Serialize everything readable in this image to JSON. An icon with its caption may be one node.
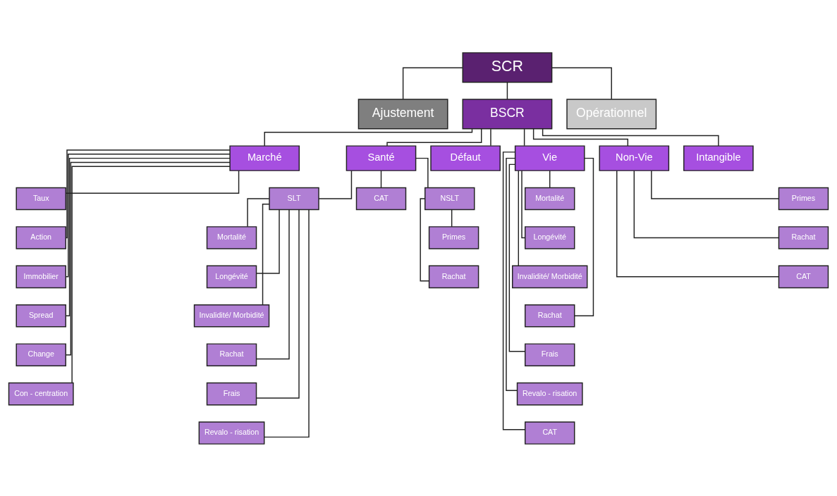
{
  "diagram": {
    "nodes": [
      {
        "text": [
          "SCR"
        ]
      },
      {
        "text": [
          "Ajustement"
        ]
      },
      {
        "text": [
          "BSCR"
        ]
      },
      {
        "text": [
          "Opérationnel"
        ]
      },
      {
        "text": [
          "Marché"
        ]
      },
      {
        "text": [
          "Santé"
        ]
      },
      {
        "text": [
          "Défaut"
        ]
      },
      {
        "text": [
          "Vie"
        ]
      },
      {
        "text": [
          "Non-Vie"
        ]
      },
      {
        "text": [
          "Intangible"
        ]
      },
      {
        "text": [
          "Taux"
        ]
      },
      {
        "text": [
          "Action"
        ]
      },
      {
        "text": [
          "Immobilier"
        ]
      },
      {
        "text": [
          "Spread"
        ]
      },
      {
        "text": [
          "Change"
        ]
      },
      {
        "text": [
          "Con - centration"
        ]
      },
      {
        "text": [
          "SLT"
        ]
      },
      {
        "text": [
          "CAT"
        ]
      },
      {
        "text": [
          "NSLT"
        ]
      },
      {
        "text": [
          "Mortalité"
        ]
      },
      {
        "text": [
          "Longévité"
        ]
      },
      {
        "text": [
          "Invalidité/ Morbidité"
        ]
      },
      {
        "text": [
          "Rachat"
        ]
      },
      {
        "text": [
          "Frais"
        ]
      },
      {
        "text": [
          "Revalo - risation"
        ]
      },
      {
        "text": [
          "Primes"
        ]
      },
      {
        "text": [
          "Rachat"
        ]
      },
      {
        "text": [
          "Mortalité"
        ]
      },
      {
        "text": [
          "Longévité"
        ]
      },
      {
        "text": [
          "Invalidité/ Morbidité"
        ]
      },
      {
        "text": [
          "Rachat"
        ]
      },
      {
        "text": [
          "Frais"
        ]
      },
      {
        "text": [
          "Revalo - risation"
        ]
      },
      {
        "text": [
          "CAT"
        ]
      },
      {
        "text": [
          "Primes"
        ]
      },
      {
        "text": [
          "Rachat"
        ]
      },
      {
        "text": [
          "CAT"
        ]
      }
    ],
    "edges": [
      {
        "from": 0,
        "to": 1,
        "arrow": "none"
      },
      {
        "from": 0,
        "to": 2,
        "arrow": "none"
      },
      {
        "from": 0,
        "to": 3,
        "arrow": "none"
      },
      {
        "from": 2,
        "to": 4,
        "arrow": "none"
      },
      {
        "from": 2,
        "to": 5,
        "arrow": "none"
      },
      {
        "from": 2,
        "to": 6,
        "arrow": "none"
      },
      {
        "from": 2,
        "to": 7,
        "arrow": "none"
      },
      {
        "from": 2,
        "to": 8,
        "arrow": "none"
      },
      {
        "from": 2,
        "to": 9,
        "arrow": "none"
      },
      {
        "from": 4,
        "to": 10,
        "arrow": "none"
      },
      {
        "from": 4,
        "to": 11,
        "arrow": "none"
      },
      {
        "from": 4,
        "to": 12,
        "arrow": "none"
      },
      {
        "from": 4,
        "to": 13,
        "arrow": "none"
      },
      {
        "from": 4,
        "to": 14,
        "arrow": "none"
      },
      {
        "from": 4,
        "to": 15,
        "arrow": "none"
      },
      {
        "from": 5,
        "to": 16,
        "arrow": "none"
      },
      {
        "from": 5,
        "to": 17,
        "arrow": "none"
      },
      {
        "from": 5,
        "to": 18,
        "arrow": "none"
      },
      {
        "from": 16,
        "to": 19,
        "arrow": "none"
      },
      {
        "from": 16,
        "to": 20,
        "arrow": "none"
      },
      {
        "from": 16,
        "to": 21,
        "arrow": "none"
      },
      {
        "from": 16,
        "to": 22,
        "arrow": "none"
      },
      {
        "from": 16,
        "to": 23,
        "arrow": "none"
      },
      {
        "from": 16,
        "to": 24,
        "arrow": "none"
      },
      {
        "from": 18,
        "to": 25,
        "arrow": "none"
      },
      {
        "from": 18,
        "to": 26,
        "arrow": "none"
      },
      {
        "from": 7,
        "to": 27,
        "arrow": "none"
      },
      {
        "from": 7,
        "to": 28,
        "arrow": "none"
      },
      {
        "from": 7,
        "to": 29,
        "arrow": "none"
      },
      {
        "from": 7,
        "to": 30,
        "arrow": "none"
      },
      {
        "from": 7,
        "to": 31,
        "arrow": "none"
      },
      {
        "from": 7,
        "to": 32,
        "arrow": "none"
      },
      {
        "from": 7,
        "to": 33,
        "arrow": "none"
      },
      {
        "from": 8,
        "to": 34,
        "arrow": "none"
      },
      {
        "from": 8,
        "to": 35,
        "arrow": "none"
      },
      {
        "from": 8,
        "to": 36,
        "arrow": "none"
      }
    ]
  }
}
